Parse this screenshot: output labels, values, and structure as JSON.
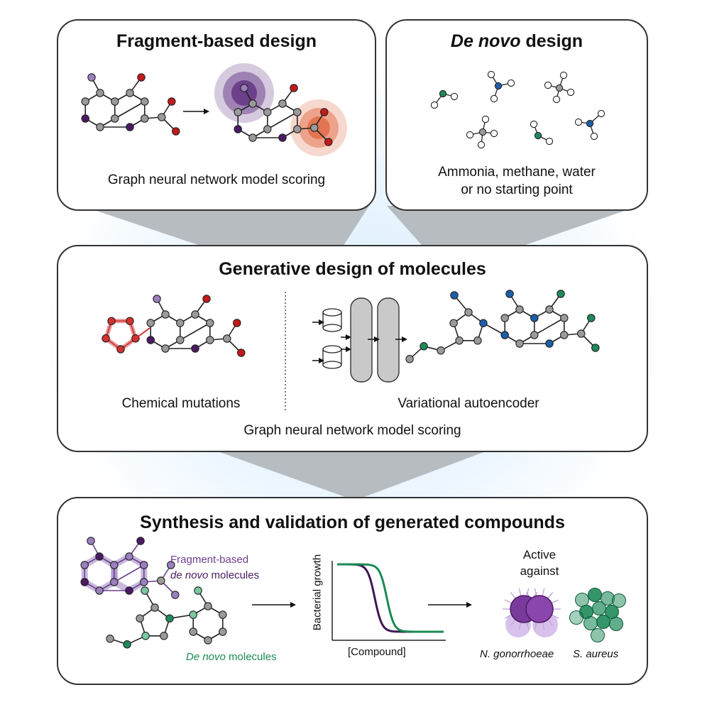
{
  "colors": {
    "panel_border": "#333333",
    "connector": "#b7bcc0",
    "atom_gray": "#9a9a9a",
    "atom_purple_light": "#9b7fbf",
    "atom_purple_dark": "#4b1a64",
    "atom_red": "#c31a1a",
    "atom_blue": "#1d5ea8",
    "atom_green": "#1f8a5a",
    "atom_green_light": "#79c9a0",
    "mutation_red": "#d43131",
    "curve_purple": "#3d1752",
    "curve_green": "#1a8a55",
    "glow": "#dcefff"
  },
  "panel_fragment": {
    "title": "Fragment-based design",
    "caption": "Graph neural network model scoring"
  },
  "panel_denovo": {
    "title_italic": "De novo",
    "title_rest": " design",
    "caption_line1": "Ammonia, methane, water",
    "caption_line2": "or no starting point"
  },
  "panel_generative": {
    "title": "Generative design of molecules",
    "caption_left": "Chemical mutations",
    "caption_right": "Variational autoencoder",
    "caption_bottom": "Graph neural network model scoring"
  },
  "panel_synthesis": {
    "title": "Synthesis and validation of generated compounds",
    "legend_fragment_line1": "Fragment-based",
    "legend_fragment_line2_italic": "de novo",
    "legend_fragment_line2_rest": " molecules",
    "legend_denovo_italic": "De novo",
    "legend_denovo_rest": " molecules",
    "result_line1": "Active",
    "result_line2": "against",
    "organism_1": "N. gonorrhoeae",
    "organism_2": "S. aureus"
  },
  "chart_data": {
    "type": "line",
    "xlabel": "[Compound]",
    "ylabel": "Bacterial growth",
    "series": [
      {
        "color": "#3d1752",
        "shape": "sigmoid-decreasing-earlier"
      },
      {
        "color": "#1a8a55",
        "shape": "sigmoid-decreasing-later"
      }
    ]
  }
}
